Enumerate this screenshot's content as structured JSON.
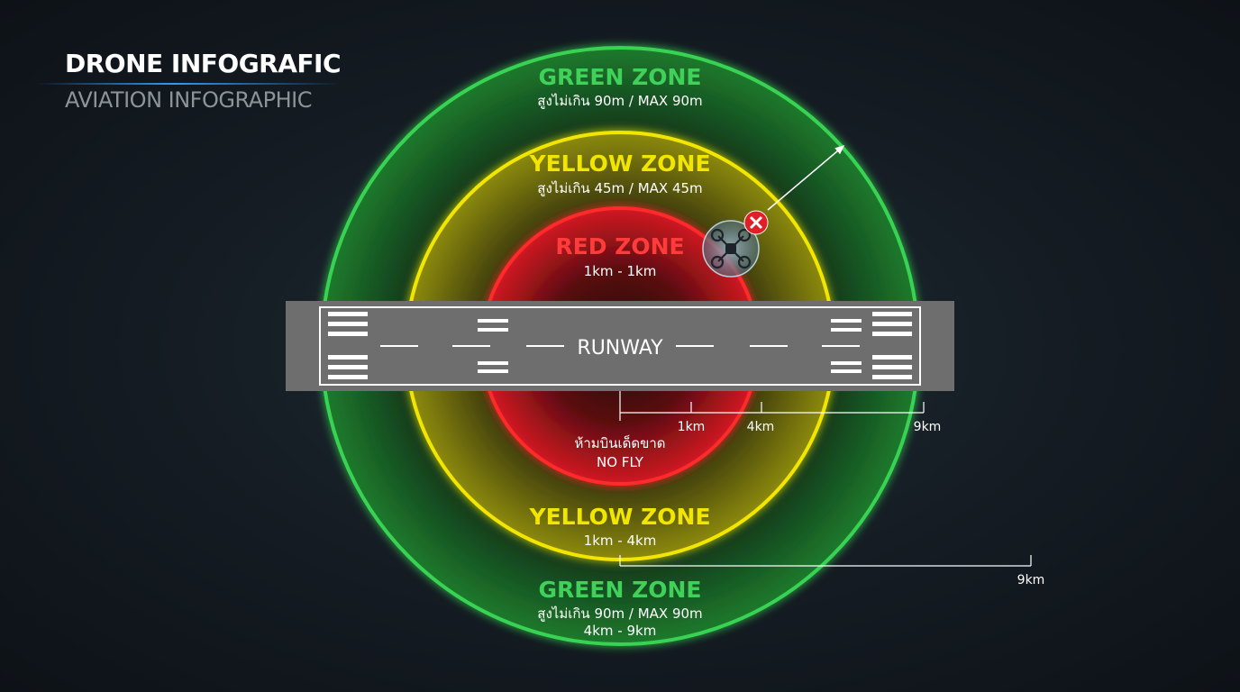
{
  "header": {
    "title": "DRONE INFOGRAFIC",
    "subtitle": "AVIATION INFOGRAPHIC"
  },
  "zones": {
    "green_top": {
      "name": "GREEN ZONE",
      "height": "สูงไม่เกิน 90m / MAX 90m"
    },
    "yellow_top": {
      "name": "YELLOW ZONE",
      "height": "สูงไม่เกิน 45m / MAX 45m"
    },
    "red": {
      "name": "RED ZONE",
      "range": "1km - 1km",
      "rule_th": "ห้ามบินเด็ดขาด",
      "rule_en": "NO FLY"
    },
    "yellow_bottom": {
      "name": "YELLOW ZONE",
      "range": "1km - 4km"
    },
    "green_bottom": {
      "name": "GREEN ZONE",
      "height": "สูงไม่เกิน 90m / MAX 90m",
      "range": "4km - 9km"
    }
  },
  "runway": {
    "label": "RUNWAY"
  },
  "scale": {
    "marks": [
      "1km",
      "4km",
      "9km"
    ],
    "bottom_mark": "9km"
  },
  "icons": {
    "drone": "drone-icon",
    "prohibited": "prohibited-x-icon",
    "arrow": "arrow-icon"
  },
  "colors": {
    "green": "#39d353",
    "yellow": "#f2e600",
    "red": "#ff2a2a",
    "runway": "#6e6e6e",
    "accent_blue": "#2a9bff"
  }
}
